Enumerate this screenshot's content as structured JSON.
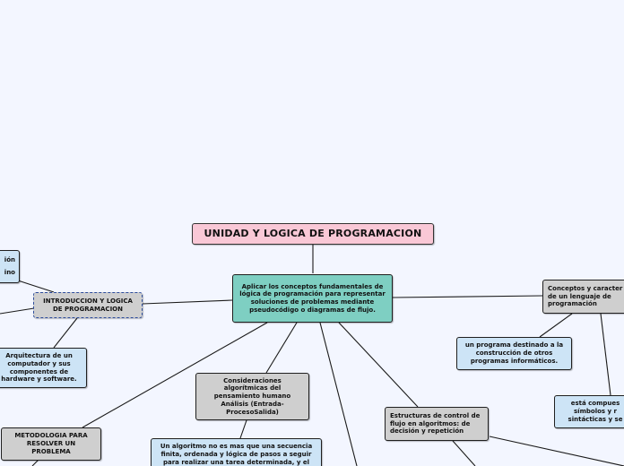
{
  "title": "UNIDAD Y LOGICA DE PROGRAMACION",
  "nodes": {
    "objective": "Aplicar los conceptos fundamentales de lógica de programación para representar soluciones de problemas mediante pseudocódigo o diagramas de flujo.",
    "left_top_partial": "ión",
    "left_top_partial2": "ino",
    "intro": "INTRODUCCION Y LOGICA DE PROGRAMACION",
    "architecture": "Arquitectura de un computador y sus componentes de hardware y software.",
    "methodology": "METODOLOGIA PARA RESOLVER UN PROBLEMA",
    "considerations": "Consideraciones algorítmicas del pensamiento humano Análisis (Entrada-ProcesoSalida)",
    "algorithm": "Un algoritmo no es mas que una secuencia finita, ordenada y lógica de pasos a seguir para realizar una tarea determinada, y el",
    "control": "Estructuras de control de flujo en algoritmos: de decisión y repetición",
    "concepts": "Conceptos y caracter de un lenguaje de programación",
    "program": "un programa destinado a la construcción de otros programas informáticos.",
    "composed": "está compues símbolos y r sintácticas y se"
  }
}
